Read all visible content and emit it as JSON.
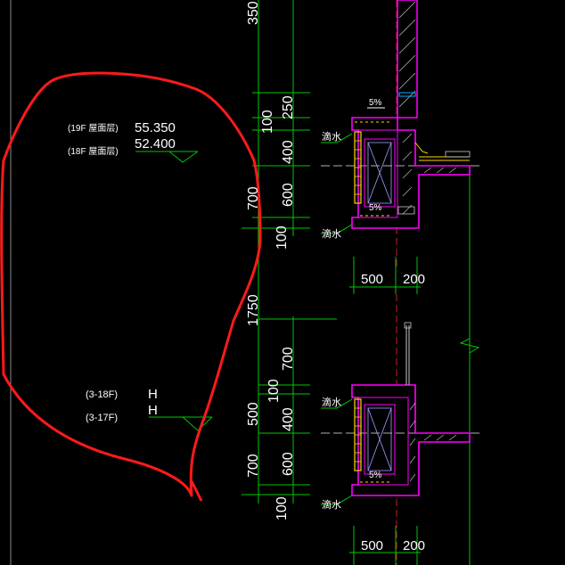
{
  "drawing": {
    "top_dim": "350",
    "upper": {
      "floor_label_1": "(19F  屋面层)",
      "elevation_1": "55.350",
      "floor_label_2": "(18F  屋面层)",
      "elevation_2": "52.400",
      "dims_outer": [
        "100",
        "700",
        "100"
      ],
      "dims_inner": [
        "250",
        "400",
        "600"
      ],
      "slope_top": "5%",
      "slope_bottom": "5%",
      "drip_top": "滴水",
      "drip_bottom": "滴水",
      "width_dims": [
        "500",
        "200"
      ]
    },
    "middle_dim": "1750",
    "lower": {
      "floor_label_1": "(3-18F)",
      "level_1": "H",
      "floor_label_2": "(3-17F)",
      "level_2": "H",
      "dims_outer": [
        "700",
        "100",
        "500",
        "700",
        "100"
      ],
      "dims_inner": [
        "400",
        "600"
      ],
      "slope": "5%",
      "drip_top": "滴水",
      "drip_bottom": "滴水",
      "width_dims": [
        "500",
        "200"
      ]
    }
  },
  "colors": {
    "background": "#000000",
    "dimension_line": "#00c800",
    "wall": "#ff00ff",
    "window": "#ffd800",
    "markup": "#ff1a1a",
    "hatch": "#c8c8c8",
    "text": "#ffffff"
  }
}
